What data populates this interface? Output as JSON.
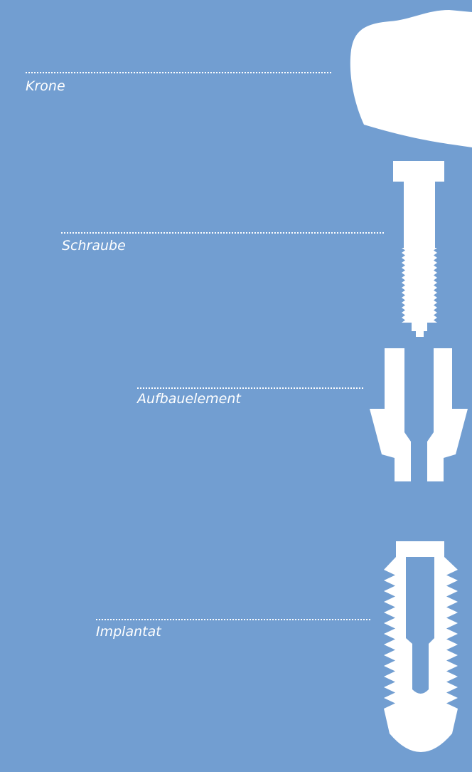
{
  "background_color": "#729ed1",
  "foreground_color": "#ffffff",
  "labels": {
    "crown": "Krone",
    "screw": "Schraube",
    "abutment": "Aufbauelement",
    "implant": "Implantat"
  },
  "icons": [
    "crown-icon",
    "screw-icon",
    "abutment-icon",
    "implant-icon"
  ]
}
